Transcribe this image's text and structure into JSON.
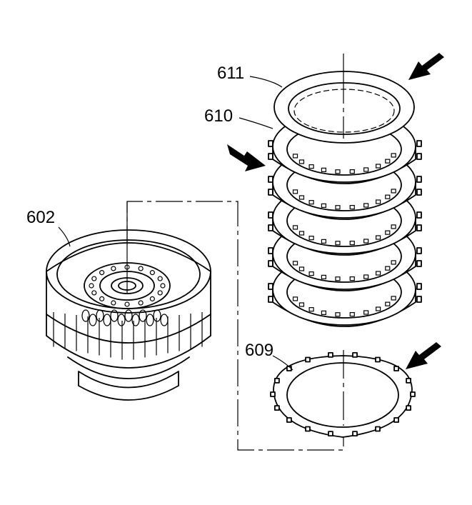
{
  "callouts": {
    "part_611": "611",
    "part_610": "610",
    "part_602": "602",
    "part_609": "609"
  },
  "colors": {
    "line": "#000000",
    "background": "#ffffff"
  }
}
